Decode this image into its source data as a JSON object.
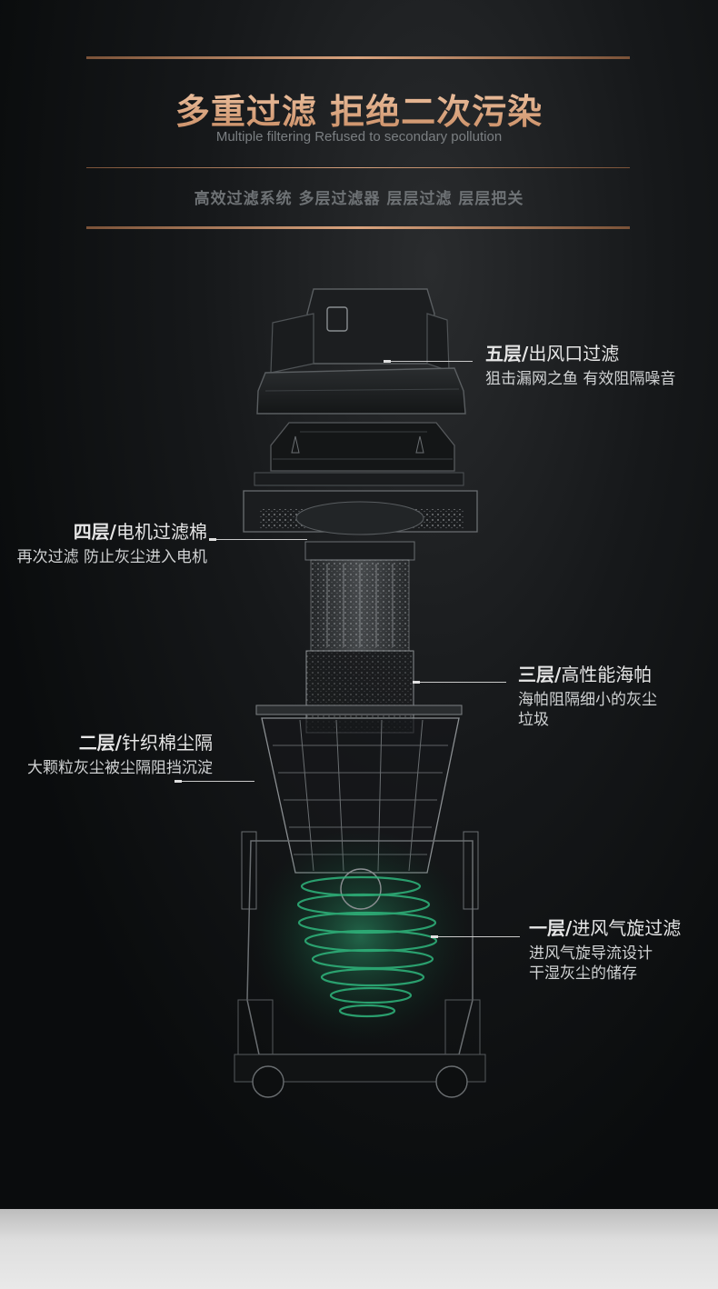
{
  "header": {
    "title": "多重过滤 拒绝二次污染",
    "subtitle": "Multiple filtering Refused to secondary pollution",
    "tagline": "高效过滤系统 多层过滤器 层层过滤 层层把关"
  },
  "layers": [
    {
      "num": "五层/",
      "name": "出风口过滤",
      "desc": [
        "狙击漏网之鱼 有效阻隔噪音"
      ]
    },
    {
      "num": "四层/",
      "name": "电机过滤棉",
      "desc": [
        "再次过滤 防止灰尘进入电机"
      ]
    },
    {
      "num": "三层/",
      "name": "高性能海帕",
      "desc": [
        "海帕阻隔细小的灰尘",
        "垃圾"
      ]
    },
    {
      "num": "二层/",
      "name": "针织棉尘隔",
      "desc": [
        "大颗粒灰尘被尘隔阻挡沉淀"
      ]
    },
    {
      "num": "一层/",
      "name": "进风气旋过滤",
      "desc": [
        "进风气旋导流设计",
        "干湿灰尘的储存"
      ]
    }
  ],
  "colors": {
    "accent_copper": "#d6a180",
    "background": "#0c0e0f",
    "swirl_green": "#1f8a5e"
  }
}
